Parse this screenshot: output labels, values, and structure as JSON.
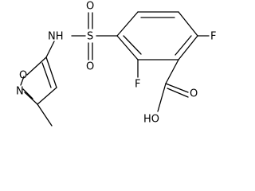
{
  "molecule": {
    "atoms": {
      "nh": "NH",
      "s": "S",
      "o_sulfonyl_top": "O",
      "o_sulfonyl_bottom": "O",
      "f_top": "F",
      "f_bottom": "F",
      "o_carbonyl": "O",
      "oh": "HO",
      "isoxazole_o": "O",
      "isoxazole_n": "N"
    },
    "colors": {
      "bond": "#000000",
      "label": "#000000",
      "background": "#ffffff"
    }
  }
}
